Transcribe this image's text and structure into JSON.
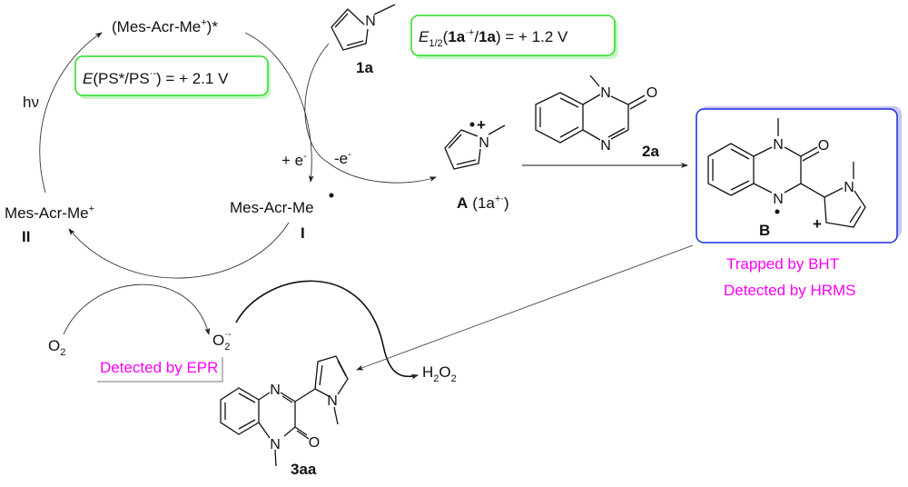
{
  "cycle": {
    "excited": "(Mes-Acr-Me",
    "excited_sup": "+",
    "excited_end": ")*",
    "hv": "hν",
    "ground": "Mes-Acr-Me",
    "ground_sup": "+",
    "ground_label": "II",
    "reduced": "Mes-Acr-Me",
    "reduced_label": "I",
    "plus_e": "+ e",
    "minus_e": "-e",
    "e_sup": "-"
  },
  "potentials": {
    "ps": {
      "E": "E",
      "text": "(PS*/PS",
      "sup": "·-",
      "end": ") = + 2.1 V"
    },
    "sub": {
      "E": "E",
      "sub": "1/2",
      "open": "(",
      "a1": "1a",
      "sup": "·+",
      "slash": "/",
      "a2": "1a",
      "end": ") = + 1.2 V"
    }
  },
  "compounds": {
    "pyrrole": "1a",
    "quinoxalinone": "2a",
    "radical_cation": {
      "label": "A",
      "paren": "(1a",
      "sup": "+·",
      "close": ")"
    },
    "intermediate": "B",
    "product": "3aa"
  },
  "atoms": {
    "N": "N",
    "O": "O",
    "plus": "+"
  },
  "oxygen": {
    "o2": "O",
    "o2_sub": "2",
    "superoxide": "O",
    "superoxide_sub": "2",
    "superoxide_sup": "·-",
    "h2o2_h": "H",
    "h2o2_sub1": "2",
    "h2o2_o": "O",
    "h2o2_sub2": "2"
  },
  "annotations": {
    "bht": "Trapped by BHT",
    "hrms": "Detected by HRMS",
    "epr": "Detected by EPR"
  },
  "colors": {
    "box_green": "#22dd22",
    "box_blue": "#1a2be0",
    "annotation": "#ff00ff"
  }
}
